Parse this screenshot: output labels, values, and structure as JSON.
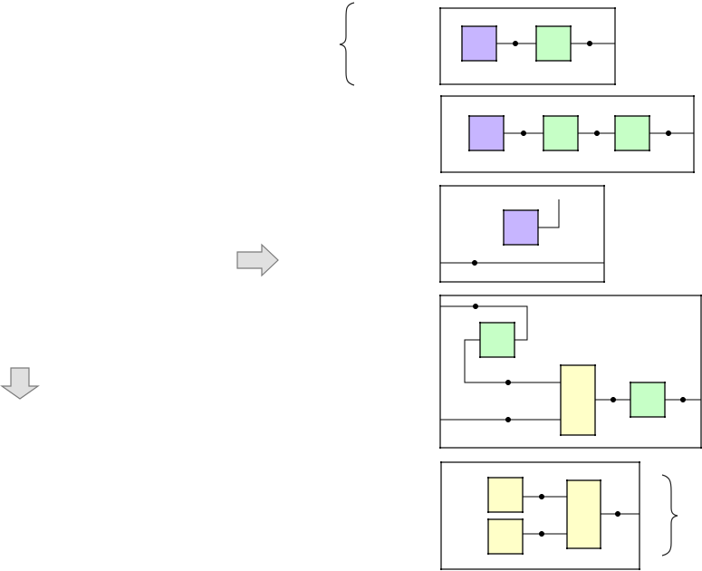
{
  "colors": {
    "background": "#ffffff",
    "stroke": "#000000",
    "purple_block": "#c7b5ff",
    "green_block": "#c6ffc6",
    "yellow_block": "#ffffc8",
    "arrow_fill": "#e0e0e0",
    "arrow_stroke": "#7a7a7a",
    "brace_stroke": "#222222"
  },
  "icons": {
    "right_arrow": "right-arrow-icon",
    "down_arrow": "down-arrow-icon",
    "top_brace": "curly-brace-icon",
    "bottom_brace": "curly-brace-icon"
  },
  "panels": [
    {
      "name": "panel-1",
      "blocks": [
        "purple",
        "green"
      ]
    },
    {
      "name": "panel-2",
      "blocks": [
        "purple",
        "green",
        "green"
      ]
    },
    {
      "name": "panel-3",
      "blocks": [
        "purple"
      ]
    },
    {
      "name": "panel-4",
      "blocks": [
        "green",
        "yellow",
        "green"
      ]
    },
    {
      "name": "panel-5",
      "blocks": [
        "yellow",
        "yellow",
        "yellow"
      ]
    }
  ]
}
